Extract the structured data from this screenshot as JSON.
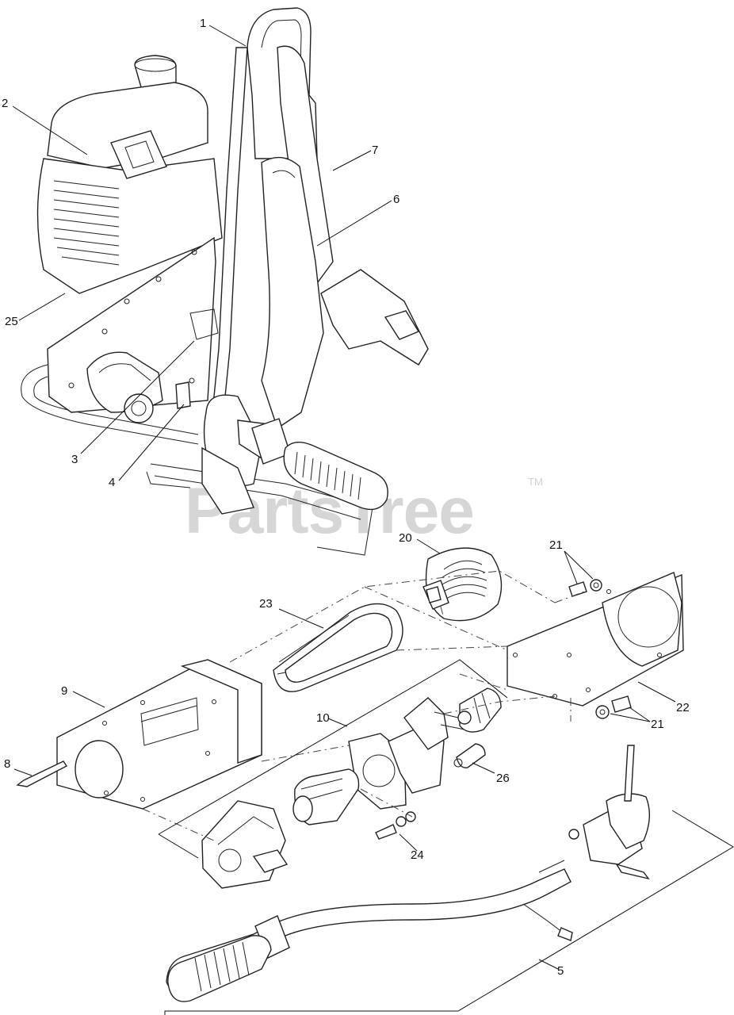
{
  "watermark": {
    "brand": "PartsTree",
    "trademark": "TM"
  },
  "callouts": [
    {
      "id": "c1",
      "label": "1"
    },
    {
      "id": "c2",
      "label": "2"
    },
    {
      "id": "c25",
      "label": "25"
    },
    {
      "id": "c7",
      "label": "7"
    },
    {
      "id": "c6",
      "label": "6"
    },
    {
      "id": "c3",
      "label": "3"
    },
    {
      "id": "c4",
      "label": "4"
    },
    {
      "id": "c20",
      "label": "20"
    },
    {
      "id": "c21a",
      "label": "21"
    },
    {
      "id": "c23",
      "label": "23"
    },
    {
      "id": "c22",
      "label": "22"
    },
    {
      "id": "c21b",
      "label": "21"
    },
    {
      "id": "c9",
      "label": "9"
    },
    {
      "id": "c10",
      "label": "10"
    },
    {
      "id": "c8",
      "label": "8"
    },
    {
      "id": "c26",
      "label": "26"
    },
    {
      "id": "c24",
      "label": "24"
    },
    {
      "id": "c5",
      "label": "5"
    }
  ]
}
